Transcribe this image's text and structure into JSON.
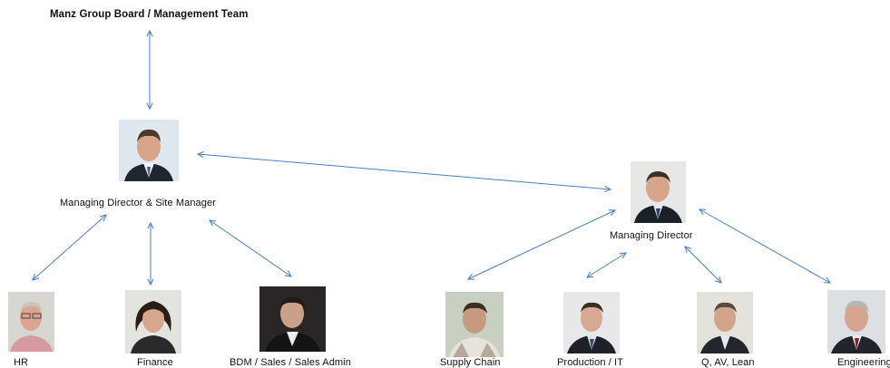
{
  "top": {
    "title": "Manz Group Board / Management Team"
  },
  "nodes": {
    "md_site": {
      "label": "Managing Director & Site Manager"
    },
    "md2": {
      "label": "Managing Director"
    },
    "hr": {
      "label": "HR"
    },
    "finance": {
      "label": "Finance"
    },
    "bdm": {
      "label": "BDM / Sales / Sales Admin"
    },
    "supply": {
      "label": "Supply Chain"
    },
    "prod": {
      "label": "Production / IT"
    },
    "quality": {
      "label": "Q, AV, Lean"
    },
    "eng": {
      "label": "Engineering"
    }
  },
  "colors": {
    "connector": "#4a7fc1",
    "text": "#111111",
    "background": "#ffffff"
  }
}
